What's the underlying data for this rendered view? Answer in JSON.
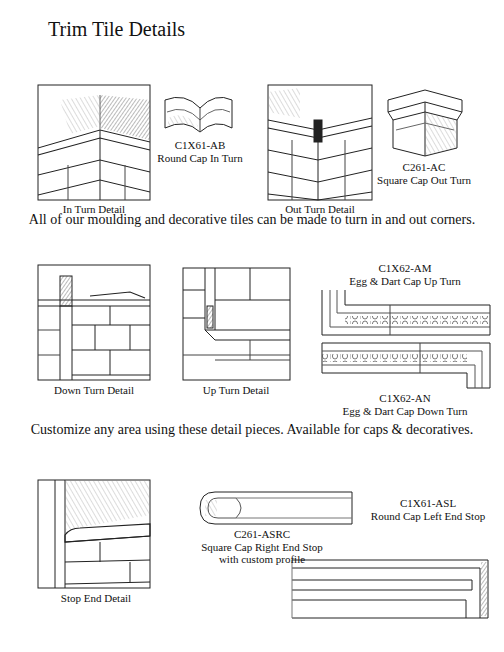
{
  "diagram": {
    "title": "Trim Tile Details",
    "labels": [
      "In Turn Detail",
      "C1X61-AB",
      "Round Cap In Turn",
      "Out Turn Detail",
      "C261-AC",
      "Square Cap Out Turn",
      "All of our moulding and decorative tiles can be made to turn in and out corners.",
      "Down Turn Detail",
      "Up Turn Detail",
      "C1X62-AM",
      "Egg & Dart Cap Up Turn",
      "C1X62-AN",
      "Egg & Dart Cap Down Turn",
      "Customize any area using these detail pieces. Available for caps & decoratives.",
      "Stop End Detail",
      "C1X61-ASL",
      "Round Cap Left End Stop",
      "C261-ASRC",
      "Square Cap Right End Stop with custom profile"
    ]
  }
}
